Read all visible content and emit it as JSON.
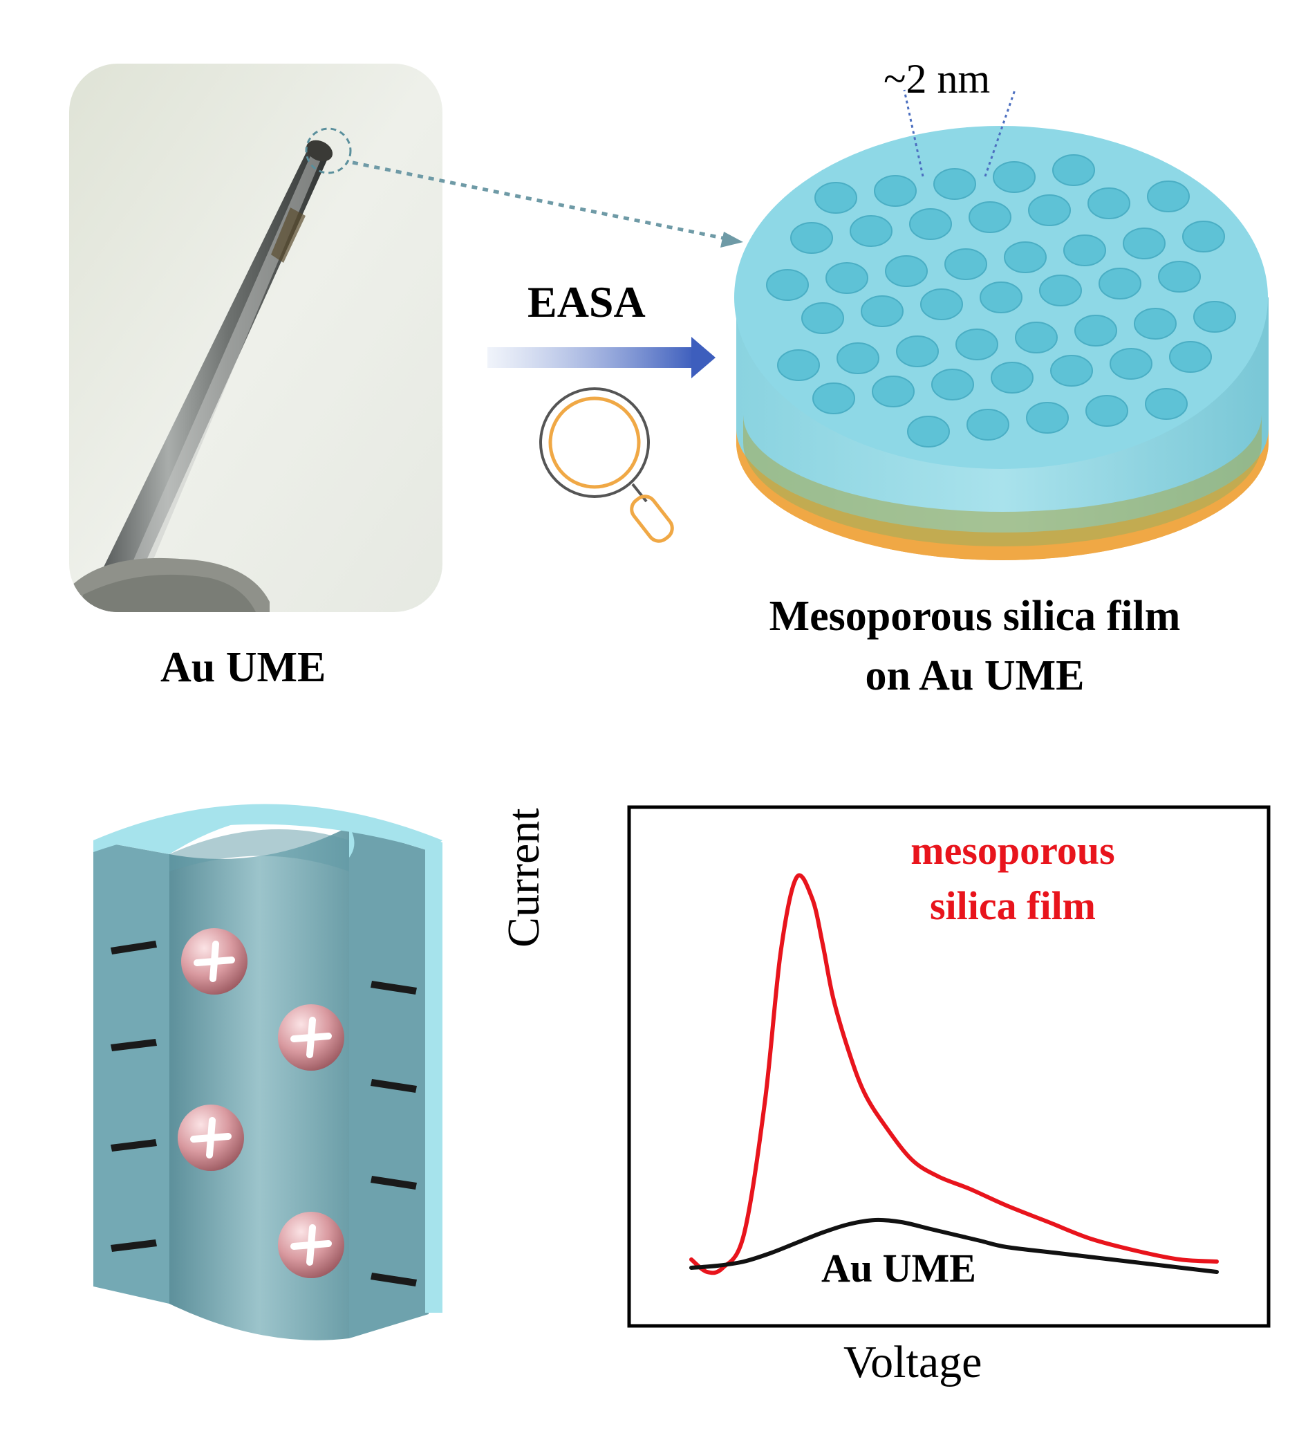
{
  "labels": {
    "photo_caption": "Au UME",
    "method": "EASA",
    "pore_size": "~2 nm",
    "film_caption_line1": "Mesoporous silica film",
    "film_caption_line2": "on Au UME"
  },
  "icons": [
    "magnifier-icon",
    "arrow-right-icon",
    "plus-charge-icon",
    "minus-charge-icon"
  ],
  "colors": {
    "silica": "#8ed8e6",
    "gold": "#f0a845",
    "channel": "#74a9b4",
    "cation": "#d99aa0",
    "red_curve": "#e8141c",
    "black_curve": "#111111"
  },
  "chart_data": {
    "type": "line",
    "xlabel": "Voltage",
    "ylabel": "Current",
    "xlim": [
      0,
      100
    ],
    "ylim": [
      0,
      100
    ],
    "series": [
      {
        "name": "mesoporous\nsilica film",
        "color": "#e8141c",
        "x": [
          0,
          3,
          6,
          10,
          14,
          17,
          20,
          23,
          25,
          27,
          30,
          33,
          37,
          42,
          47,
          53,
          60,
          68,
          76,
          85,
          93,
          100
        ],
        "y": [
          4,
          1,
          2,
          10,
          42,
          78,
          96,
          91,
          80,
          67,
          54,
          44,
          36,
          28,
          24,
          21,
          17,
          13,
          9,
          6,
          4,
          3.5
        ]
      },
      {
        "name": "Au UME",
        "color": "#111111",
        "x": [
          0,
          5,
          10,
          15,
          20,
          25,
          30,
          35,
          40,
          45,
          50,
          55,
          60,
          70,
          80,
          90,
          100
        ],
        "y": [
          2,
          2.5,
          3.5,
          5.5,
          8,
          10.5,
          12.5,
          13.5,
          13,
          11.5,
          10,
          8.5,
          7,
          5.5,
          4,
          2.5,
          1
        ]
      }
    ]
  }
}
